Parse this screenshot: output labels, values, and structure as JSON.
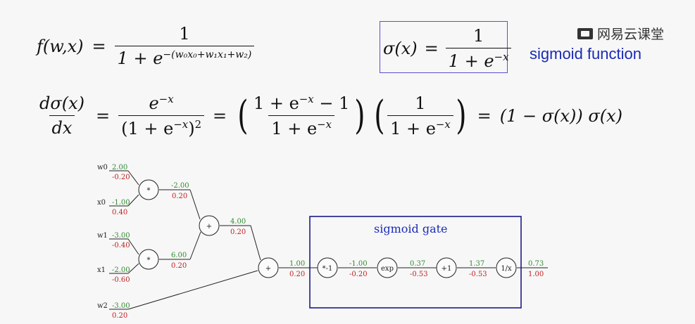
{
  "watermark": {
    "text": "网易云课堂",
    "icon": "cloud-classroom-logo-icon"
  },
  "formulas": {
    "f_lhs": "f(w,x)",
    "f_eq": "=",
    "f_num": "1",
    "f_den_base": "1 + e",
    "f_den_exp": "−(w₀x₀+w₁x₁+w₂)",
    "sigma_lhs": "σ(x)",
    "sigma_eq": "=",
    "sigma_num": "1",
    "sigma_den_base": "1 + e",
    "sigma_den_exp": "−x",
    "sigmoid_label": "sigmoid function",
    "deriv_num": "dσ(x)",
    "deriv_den": "dx",
    "eq": "=",
    "d1_num_base": "e",
    "d1_num_exp": "−x",
    "d1_den": "(1 + e",
    "d1_den_exp": "−x",
    "d1_den_tail": ")",
    "d1_den_pow": "2",
    "d2_num": "1 + e",
    "d2_num_exp": "−x",
    "d2_num_tail": " − 1",
    "d2_den": "1 + e",
    "d2_den_exp": "−x",
    "d3_num": "1",
    "d3_den": "1 + e",
    "d3_den_exp": "−x",
    "result": "(1 − σ(x)) σ(x)",
    "lparen": "(",
    "rparen": ")"
  },
  "graph": {
    "colors": {
      "forward": "#2e8b2e",
      "gradient": "#c02020",
      "box": "#1a1a8c",
      "line": "#222222"
    },
    "box_label": "sigmoid gate",
    "inputs": [
      {
        "name": "w0",
        "value": "2.00",
        "grad": "-0.20"
      },
      {
        "name": "x0",
        "value": "-1.00",
        "grad": "0.40"
      },
      {
        "name": "w1",
        "value": "-3.00",
        "grad": "-0.40"
      },
      {
        "name": "x1",
        "value": "-2.00",
        "grad": "-0.60"
      },
      {
        "name": "w2",
        "value": "-3.00",
        "grad": "0.20"
      }
    ],
    "nodes": [
      {
        "op": "*",
        "value": "-2.00",
        "grad": "0.20"
      },
      {
        "op": "*",
        "value": "6.00",
        "grad": "0.20"
      },
      {
        "op": "+",
        "value": "4.00",
        "grad": "0.20"
      },
      {
        "op": "+",
        "value": "1.00",
        "grad": "0.20"
      },
      {
        "op": "*-1",
        "value": "-1.00",
        "grad": "-0.20"
      },
      {
        "op": "exp",
        "value": "0.37",
        "grad": "-0.53"
      },
      {
        "op": "+1",
        "value": "1.37",
        "grad": "-0.53"
      },
      {
        "op": "1/x",
        "value": "0.73",
        "grad": "1.00"
      }
    ]
  }
}
